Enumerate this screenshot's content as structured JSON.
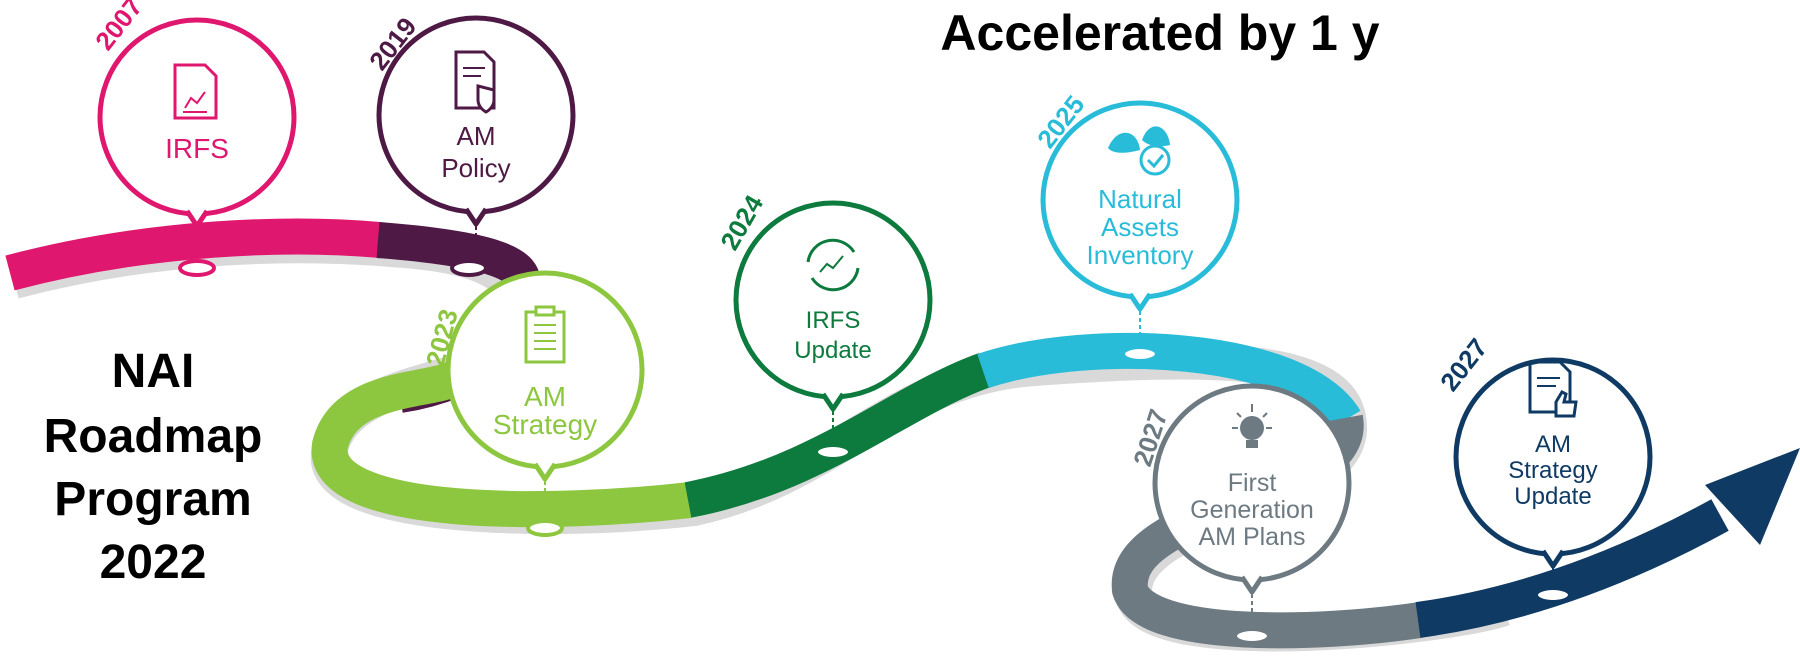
{
  "header": {
    "line2": "Accelerated by 1 y"
  },
  "program": {
    "line1": "NAI",
    "line2": "Roadmap",
    "line3": "Program",
    "line4": "2022"
  },
  "milestones": [
    {
      "id": "irfs",
      "year": "2007",
      "lines": [
        "IRFS"
      ],
      "icon": "chart-document-icon",
      "color": "#e0176f"
    },
    {
      "id": "am-policy",
      "year": "2019",
      "lines": [
        "AM",
        "Policy"
      ],
      "icon": "shield-document-icon",
      "color": "#4e1a45"
    },
    {
      "id": "am-strategy",
      "year": "2023",
      "lines": [
        "AM",
        "Strategy"
      ],
      "icon": "clipboard-checklist-icon",
      "color": "#8dc63f"
    },
    {
      "id": "irfs-update",
      "year": "2024",
      "lines": [
        "IRFS",
        "Update"
      ],
      "icon": "refresh-chart-icon",
      "color": "#0d7a3e"
    },
    {
      "id": "natural-assets-inventory",
      "year": "2025",
      "lines": [
        "Natural",
        "Assets",
        "Inventory"
      ],
      "icon": "leaves-check-icon",
      "color": "#29bcd9"
    },
    {
      "id": "first-generation-am-plans",
      "year": "2027",
      "lines": [
        "First",
        "Generation",
        "AM Plans"
      ],
      "icon": "lightbulb-icon",
      "color": "#6d7a82"
    },
    {
      "id": "am-strategy-update",
      "year": "2027",
      "lines": [
        "AM",
        "Strategy",
        "Update"
      ],
      "icon": "thumbs-up-document-icon",
      "color": "#0f3a63"
    }
  ],
  "colors": {
    "pink": "#e0176f",
    "plum": "#4e1a45",
    "lime": "#8dc63f",
    "green": "#0d7a3e",
    "cyan": "#29bcd9",
    "gray": "#6d7a82",
    "navy": "#0f3a63",
    "text": "#000000"
  }
}
